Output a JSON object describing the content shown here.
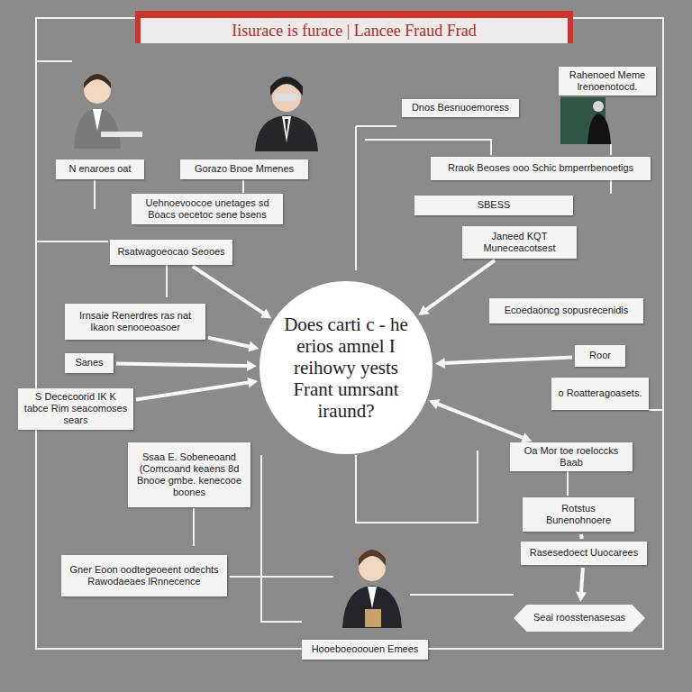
{
  "diagram": {
    "title": "Iisurace is furace | Lancee Fraud Frad",
    "nodes": [
      {
        "text": [
          "Rahenoed Meme lrenoenotocd."
        ]
      },
      {
        "text": [
          "Dnos Besnuoemoress"
        ]
      },
      {
        "text": [
          "N enaroes oat"
        ]
      },
      {
        "text": [
          "Gorazo Bnoe Mmenes"
        ]
      },
      {
        "text": [
          "Rraok Beoses ooo Schic bmperrbenoetigs"
        ]
      },
      {
        "text": [
          "Uehnoevoocoe unetages sd Boacs oecetoc sene bsens"
        ]
      },
      {
        "text": [
          "SBESS"
        ]
      },
      {
        "text": [
          "Janeed KQT Muneceacotsest"
        ]
      },
      {
        "text": [
          "Rsatwagoeocao Seooes"
        ]
      },
      {
        "text": [
          "Ecoedaoncg sopusrecenidis"
        ]
      },
      {
        "text": [
          "Irnsaie Renerdres ras nat Ikaon senooeoasoer"
        ]
      },
      {
        "text": [
          "Does carti c - he erios amnel I reihowy yests Frant umrsant iraund?"
        ]
      },
      {
        "text": [
          "Roor"
        ]
      },
      {
        "text": [
          "Sanes"
        ]
      },
      {
        "text": [
          "S Dececoorid IK K tabce Rim seacomoses sears"
        ]
      },
      {
        "text": [
          "o Roatteragoasets."
        ]
      },
      {
        "text": [
          "Ssaa E. Sobeneoand (Comcoand keaens 8d Bnooe gmbe. kenecooe boones"
        ]
      },
      {
        "text": [
          "Oa Mor toe roeloccks Baab"
        ]
      },
      {
        "text": [
          "Rotstus Bunenohnoere"
        ]
      },
      {
        "text": [
          "Rasesedoect Uuocarees"
        ]
      },
      {
        "text": [
          "Gner Eoon oodtegeoeent odechts Rawodaeaes lRnnecence"
        ]
      },
      {
        "text": [
          "Seai roosstenasesas"
        ]
      },
      {
        "text": [
          "Hooeboeooouen Emees"
        ]
      }
    ],
    "edges": [
      {
        "from": 8,
        "to": 11,
        "arrow": "to"
      },
      {
        "from": 10,
        "to": 11,
        "arrow": "to"
      },
      {
        "from": 13,
        "to": 11,
        "arrow": "to"
      },
      {
        "from": 14,
        "to": 11,
        "arrow": "to"
      },
      {
        "from": 7,
        "to": 11,
        "arrow": "to"
      },
      {
        "from": 12,
        "to": 11,
        "arrow": "to"
      },
      {
        "from": 11,
        "to": 17,
        "arrow": "both"
      },
      {
        "from": 18,
        "to": 19,
        "arrow": "none"
      },
      {
        "from": 19,
        "to": 21,
        "arrow": "to"
      }
    ]
  }
}
